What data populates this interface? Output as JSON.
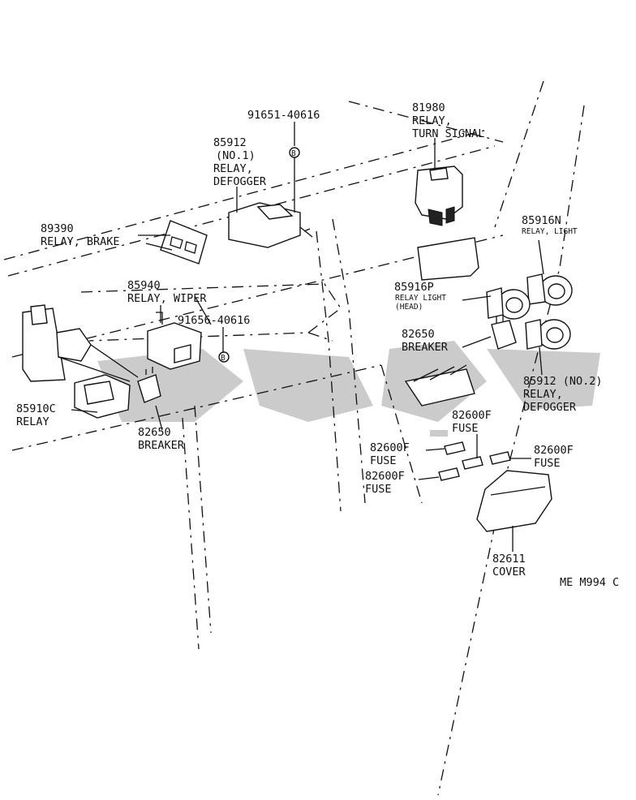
{
  "parts": {
    "p91651": {
      "code": "91651-40616",
      "badge": "B"
    },
    "p81980": {
      "code": "81980",
      "l1": "RELAY,",
      "l2": "TURN SIGNAL"
    },
    "p85912a": {
      "code": "85912",
      "l1": "(NO.1)",
      "l2": "RELAY,",
      "l3": "DEFOGGER"
    },
    "p89390": {
      "code": "89390",
      "l1": "RELAY, BRAKE"
    },
    "p85916n": {
      "code": "85916N",
      "l1": "RELAY, LIGHT"
    },
    "p85940": {
      "code": "85940",
      "l1": "RELAY, WIPER"
    },
    "p85916p": {
      "code": "85916P",
      "l1": "RELAY LIGHT",
      "l2": "(HEAD)"
    },
    "p91656": {
      "code": "91656-40616",
      "badge": "B"
    },
    "p82650a": {
      "code": "82650",
      "l1": "BREAKER"
    },
    "p85912b": {
      "code": "85912 (NO.2)",
      "l1": "RELAY,",
      "l2": "DEFOGGER"
    },
    "p85910c": {
      "code": "85910C",
      "l1": "RELAY"
    },
    "p82650b": {
      "code": "82650",
      "l1": "BREAKER"
    },
    "p82600f1": {
      "code": "82600F",
      "l1": "FUSE"
    },
    "p82600f2": {
      "code": "82600F",
      "l1": "FUSE"
    },
    "p82600f3": {
      "code": "82600F",
      "l1": "FUSE"
    },
    "p82600f4": {
      "code": "82600F",
      "l1": "FUSE"
    },
    "p82611": {
      "code": "82611",
      "l1": "COVER"
    }
  },
  "figure_id": "ME M994 C",
  "icons": {
    "relay": "relay-icon",
    "breaker": "breaker-icon",
    "bulb": "bulb-icon",
    "fuse": "fuse-icon",
    "bolt": "bolt-icon"
  }
}
